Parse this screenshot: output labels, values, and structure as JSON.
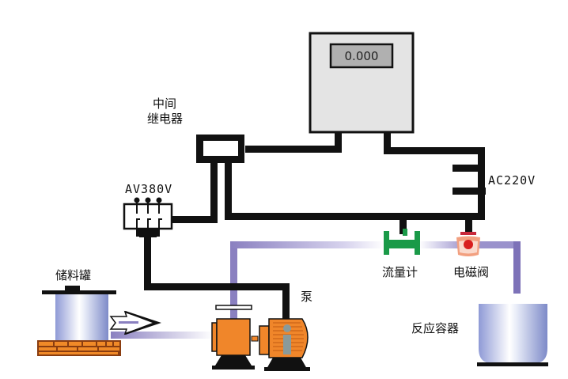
{
  "diagram": {
    "title": "Flow control system schematic",
    "labels": {
      "relay_line1": "中间",
      "relay_line2": "继电器",
      "three_phase_power": "AV380V",
      "single_phase_power": "AC220V",
      "flowmeter": "流量计",
      "solenoid_valve": "电磁阀",
      "pump": "泵",
      "storage_tank": "储料罐",
      "reactor": "反应容器"
    },
    "controller": {
      "display_value": "0.000"
    },
    "colors": {
      "wire": "#111111",
      "pipe": "#8a80c0",
      "flowmeter": "#1a9a48",
      "valve": "#e8703a",
      "valve_core": "#d81e1e",
      "pump": "#f0862a",
      "tank_body": "#a8b4e0",
      "brick": "#f08a28",
      "controller_body": "#e4e4e4",
      "display_bg": "#b0b0b0"
    }
  }
}
